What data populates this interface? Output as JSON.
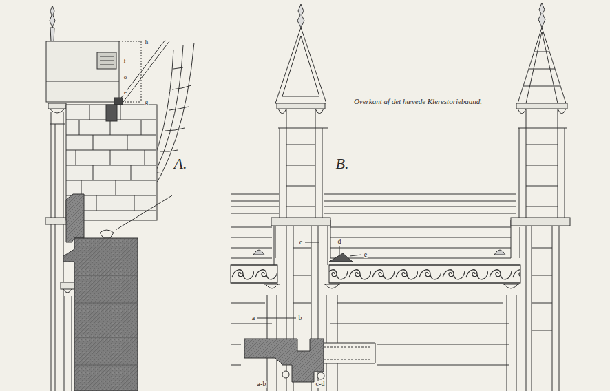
{
  "diagram": {
    "labels": [
      "h",
      "f",
      "o",
      "e",
      "g",
      "A.",
      "B.",
      "Overkant af det hævede Klerestoriebaand.",
      "c",
      "d",
      "e",
      "a",
      "b",
      "a-b",
      "c-d"
    ]
  }
}
